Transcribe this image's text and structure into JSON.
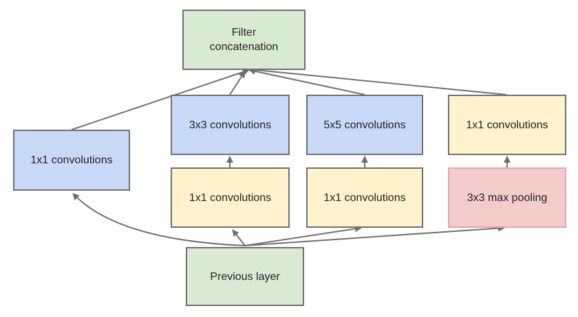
{
  "diagram": {
    "nodes": {
      "filter_concatenation": {
        "line1": "Filter",
        "line2": "concatenation"
      },
      "conv_1x1_branch1": "1x1 convolutions",
      "conv_3x3": "3x3 convolutions",
      "conv_5x5": "5x5 convolutions",
      "conv_1x1_pool_proj": "1x1 convolutions",
      "conv_1x1_reduce_3x3": "1x1 convolutions",
      "conv_1x1_reduce_5x5": "1x1 convolutions",
      "max_pooling_3x3": "3x3 max pooling",
      "previous_layer": "Previous layer"
    },
    "colors": {
      "green": "#d9ead3",
      "blue": "#c9daf8",
      "yellow": "#fff2cc",
      "red": "#f4cccc",
      "arrow": "#6f6f6f"
    }
  }
}
